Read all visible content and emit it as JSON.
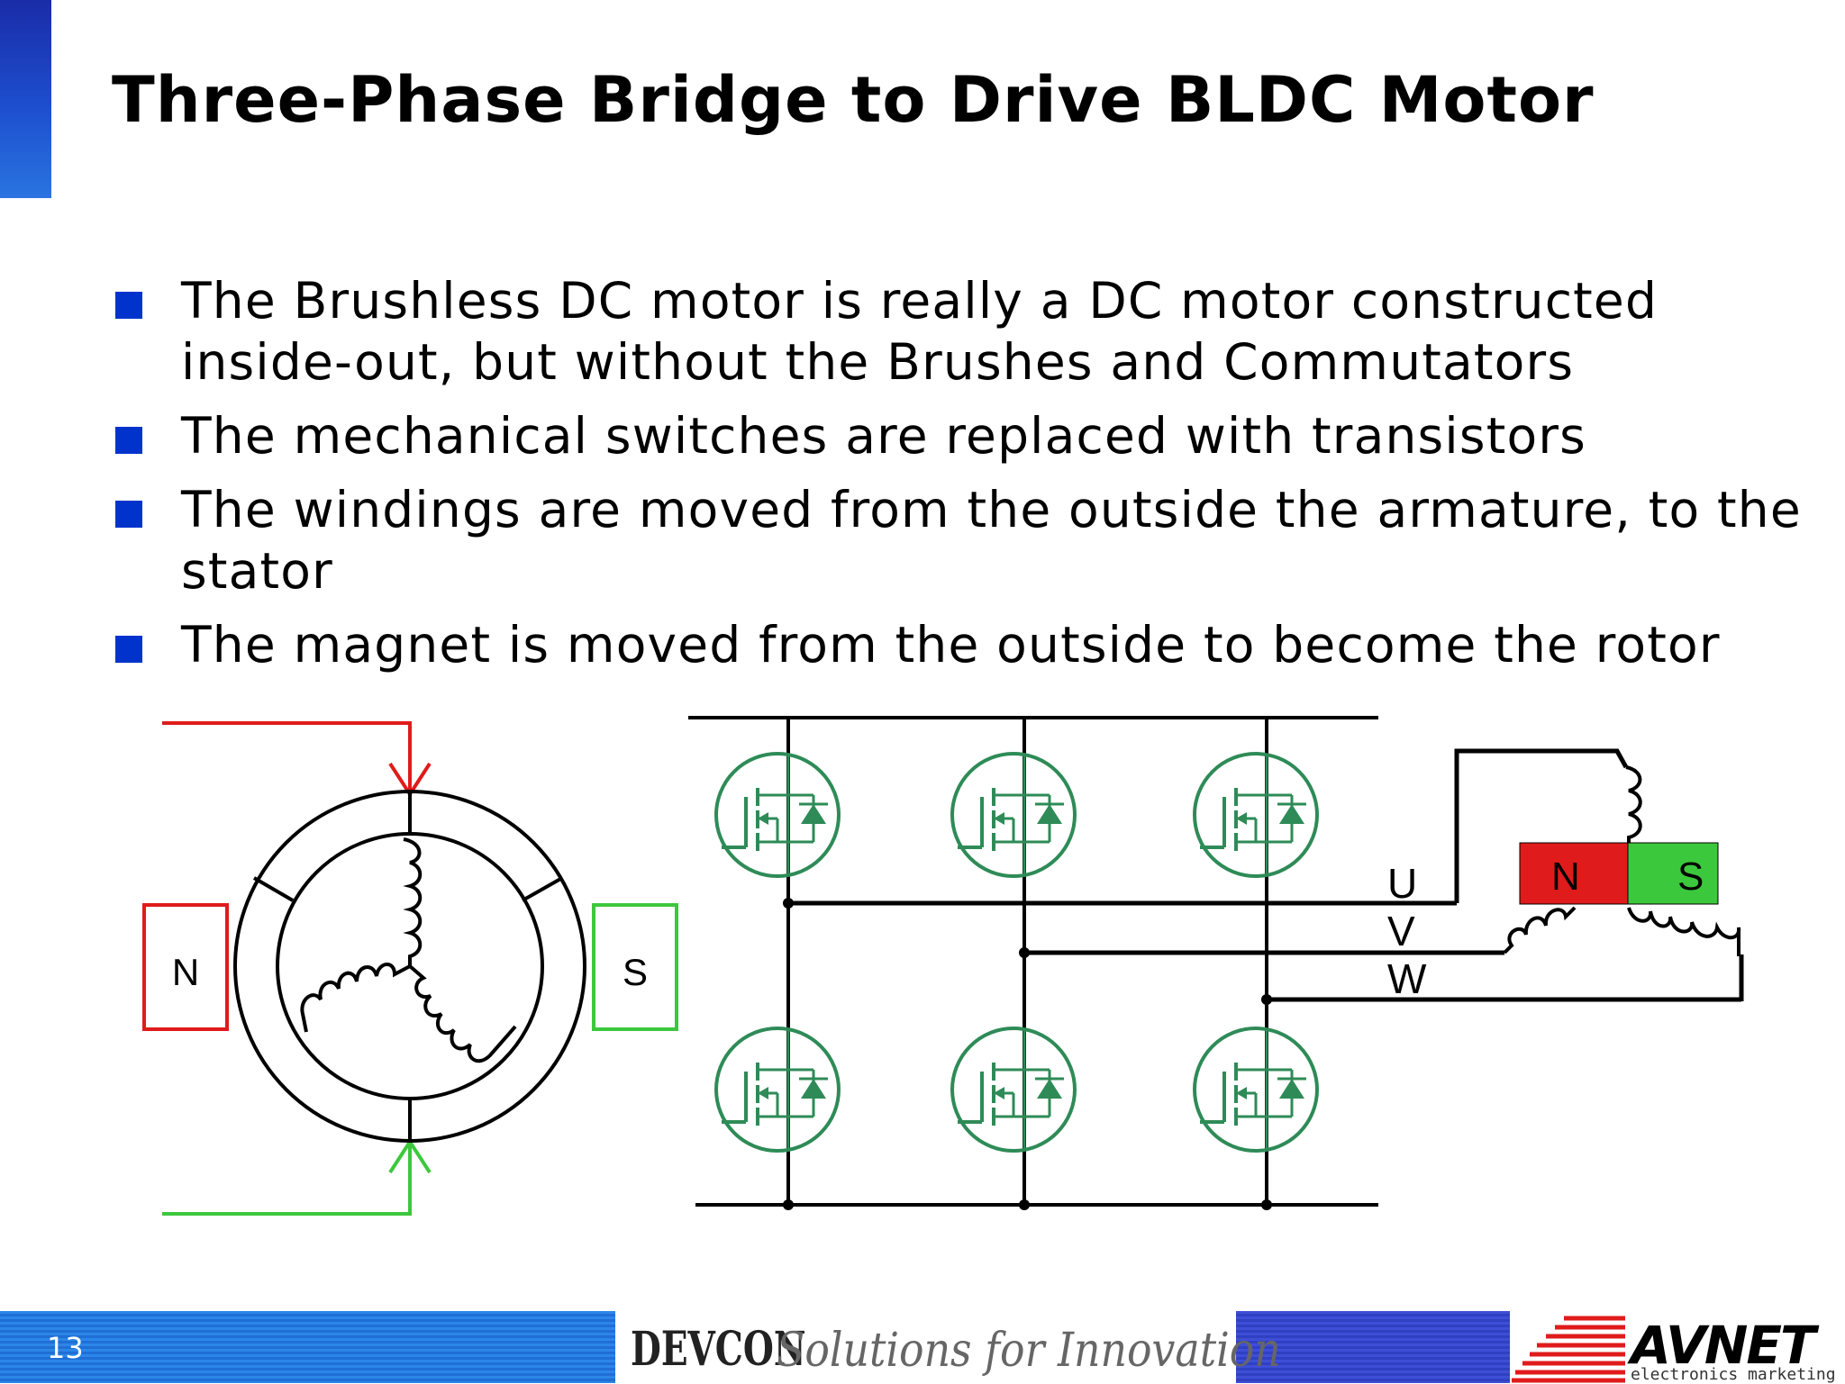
{
  "title": "Three-Phase Bridge to Drive BLDC Motor",
  "bullets": [
    "The Brushless DC motor is really a DC motor constructed inside-out, but without the Brushes and Commutators",
    "The mechanical switches are replaced with transistors",
    "The windings are moved from the outside the armature, to the stator",
    "The magnet is moved from the outside to become the rotor"
  ],
  "diagram": {
    "left_magnet_north": "N",
    "left_magnet_south": "S",
    "phase_u": "U",
    "phase_v": "V",
    "phase_w": "W",
    "rotor_north": "N",
    "rotor_south": "S",
    "colors": {
      "north": "#e01b1b",
      "south": "#3cc83c",
      "mosfet": "#2e8b57",
      "input_current": "#e01b1b",
      "output_current": "#3cc83c"
    }
  },
  "footer": {
    "page_number": "13",
    "event_logo": "DEVCON",
    "tagline": "Solutions for Innovation",
    "company_logo": "AVNET",
    "company_sub": "electronics marketing"
  }
}
